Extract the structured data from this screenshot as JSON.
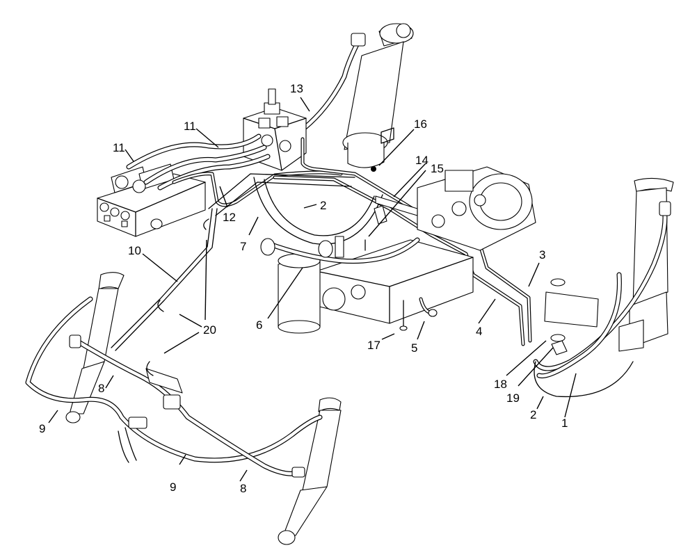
{
  "diagram": {
    "description_type": "hydraulic parts exploded view",
    "callouts": [
      {
        "id": "c1",
        "label": "1"
      },
      {
        "id": "c2a",
        "label": "2"
      },
      {
        "id": "c2b",
        "label": "2"
      },
      {
        "id": "c3",
        "label": "3"
      },
      {
        "id": "c4",
        "label": "4"
      },
      {
        "id": "c5",
        "label": "5"
      },
      {
        "id": "c6",
        "label": "6"
      },
      {
        "id": "c7",
        "label": "7"
      },
      {
        "id": "c8a",
        "label": "8"
      },
      {
        "id": "c8b",
        "label": "8"
      },
      {
        "id": "c9a",
        "label": "9"
      },
      {
        "id": "c9b",
        "label": "9"
      },
      {
        "id": "c10",
        "label": "10"
      },
      {
        "id": "c11a",
        "label": "11"
      },
      {
        "id": "c11b",
        "label": "11"
      },
      {
        "id": "c12",
        "label": "12"
      },
      {
        "id": "c13",
        "label": "13"
      },
      {
        "id": "c14",
        "label": "14"
      },
      {
        "id": "c15",
        "label": "15"
      },
      {
        "id": "c16",
        "label": "16"
      },
      {
        "id": "c17",
        "label": "17"
      },
      {
        "id": "c18",
        "label": "18"
      },
      {
        "id": "c19",
        "label": "19"
      },
      {
        "id": "c20",
        "label": "20"
      }
    ]
  }
}
